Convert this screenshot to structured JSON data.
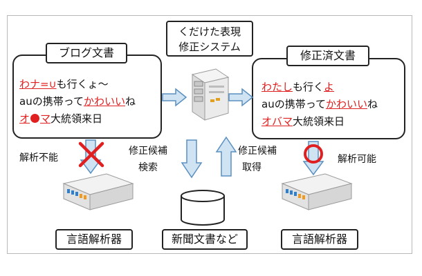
{
  "source_box": {
    "title": "ブログ文書",
    "line1": {
      "red": "わナ=∪",
      "rest": "も行くょ〜"
    },
    "line2": {
      "prefix": "auの携帯って",
      "red": "かわいい",
      "suffix": "ね"
    },
    "line3": {
      "red_a": "オ",
      "red_b": "マ",
      "rest": "大統領来日"
    }
  },
  "system": {
    "line1": "くだけた表現",
    "line2": "修正システム"
  },
  "corrected_box": {
    "title": "修正済文書",
    "line1": {
      "red": "わたし",
      "mid": "も行く",
      "red2": "よ"
    },
    "line2": {
      "prefix": "auの携帯って",
      "red": "かわいい",
      "suffix": "ね"
    },
    "line3": {
      "red": "オバマ",
      "rest": "大統領来日"
    }
  },
  "labels": {
    "analysis_impossible": "解析不能",
    "search_line1": "修正候補",
    "search_line2": "検索",
    "acquire_line1": "修正候補",
    "acquire_line2": "取得",
    "analysis_possible": "解析可能"
  },
  "captions": {
    "analyzer_left": "言語解析器",
    "database": "新聞文書など",
    "analyzer_right": "言語解析器"
  },
  "colors": {
    "accent_red": "#e02020",
    "arrow_fill": "#cfe3f3",
    "arrow_stroke": "#5a8fbf"
  }
}
